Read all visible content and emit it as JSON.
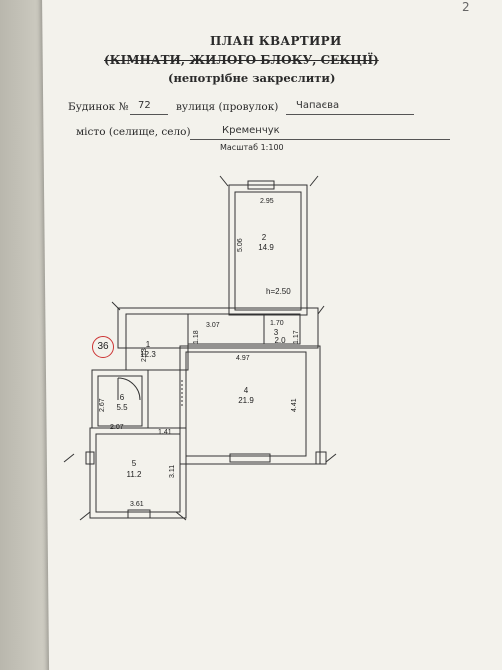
{
  "header": {
    "title": "ПЛАН КВАРТИРИ",
    "subtitle_struck": "(КІМНАТИ, ЖИЛОГО БЛОКУ, СЕКЦІЇ)",
    "note": "(непотрібне закреслити)"
  },
  "address": {
    "house_label": "Будинок №",
    "house_number": "72",
    "street_label": "вулиця (провулок)",
    "street": "Чапаєва",
    "city_label": "місто (селище, село)",
    "city": "Кременчук",
    "scale": "Масштаб 1:100"
  },
  "plan": {
    "marker": "36",
    "ceiling": "h=2.50",
    "rooms": [
      {
        "num": "2",
        "area": "14.9"
      },
      {
        "num": "1",
        "area": "12.3"
      },
      {
        "num": "3",
        "area": "2.0"
      },
      {
        "num": "4",
        "area": "21.9"
      },
      {
        "num": "6",
        "area": "5.5"
      },
      {
        "num": "5",
        "area": "11.2"
      }
    ],
    "dims": {
      "d295": "2.95",
      "d506": "5.06",
      "d307": "3.07",
      "d170": "1.70",
      "d118": "1.18",
      "d117": "1.17",
      "d213": "2.13",
      "d497": "4.97",
      "d441": "4.41",
      "d267": "2.67",
      "d207": "2.07",
      "d141": "1.41",
      "d311": "3.11",
      "d361": "3.61"
    }
  },
  "corner_mark": "2"
}
